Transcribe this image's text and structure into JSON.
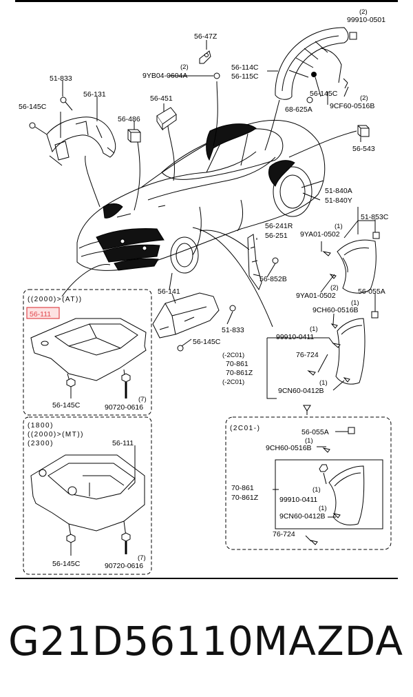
{
  "caption": {
    "part_number": "G21D56110",
    "brand": "MAZDA"
  },
  "highlight_color": "#e0454b",
  "labels": {
    "c_99910_0501": "99910-0501",
    "c_99910_0501_q": "(2)",
    "c_56_47Z": "56-47Z",
    "c_9YB04_0604A": "9YB04-0604A",
    "c_9YB04_q": "(2)",
    "c_56_114C": "56-114C",
    "c_56_115C": "56-115C",
    "c_56_145C_r": "56-145C",
    "c_9CF60_0516B": "9CF60-0516B",
    "c_9CF60_q": "(2)",
    "c_68_625A": "68-625A",
    "c_51_833_l": "51-833",
    "c_56_131": "56-131",
    "c_56_145C_l": "56-145C",
    "c_56_451": "56-451",
    "c_56_486": "56-486",
    "c_56_543": "56-543",
    "c_51_840A": "51-840A",
    "c_51_840Y": "51-840Y",
    "c_51_853C": "51-853C",
    "c_9YA01_0502_a": "9YA01-0502",
    "c_9YA01_q_a": "(1)",
    "c_56_241R": "56-241R",
    "c_56_251": "56-251",
    "c_56_852B": "56-852B",
    "c_9YA01_0502_b": "9YA01-0502",
    "c_9YA01_q_b": "(2)",
    "c_56_055A_a": "56-055A",
    "c_9CH60_0516B_a": "9CH60-0516B",
    "c_9CH60_q_a": "(1)",
    "c_56_141": "56-141",
    "c_51_833_m": "51-833",
    "c_56_145C_m": "56-145C",
    "c_99910_0411_a": "99910-0411",
    "c_99910_q_a": "(1)",
    "c_76_724_a": "76-724",
    "c_2C01_a": "(-2C01)",
    "c_70_861_a": "70-861",
    "c_70_861Z_a": "70-861Z",
    "c_2C01_b": "(-2C01)",
    "c_9CN60_0412B_a": "9CN60-0412B",
    "c_9CN60_q_a": "(1)",
    "c_sec1_title": "((2000)>(AT))",
    "c_56_111_hl": "56-111",
    "c_56_145C_s1": "56-145C",
    "c_90720_0616_s1": "90720-0616",
    "c_90720_q_s1": "(7)",
    "c_sec2_t1": "(1800)",
    "c_sec2_t2": "((2000)>(MT))",
    "c_sec2_t3": "(2300)",
    "c_56_111_s2": "56-111",
    "c_56_145C_s2": "56-145C",
    "c_90720_0616_s2": "90720-0616",
    "c_90720_q_s2": "(7)",
    "c_sec3_title": "(2C01-)",
    "c_56_055A_b": "56-055A",
    "c_9CH60_0516B_b": "9CH60-0516B",
    "c_9CH60_q_b": "(1)",
    "c_70_861_b": "70-861",
    "c_70_861Z_b": "70-861Z",
    "c_99910_0411_b": "99910-0411",
    "c_99910_q_b": "(1)",
    "c_9CN60_0412B_b": "9CN60-0412B",
    "c_9CN60_q_b": "(1)",
    "c_76_724_b": "76-724"
  }
}
